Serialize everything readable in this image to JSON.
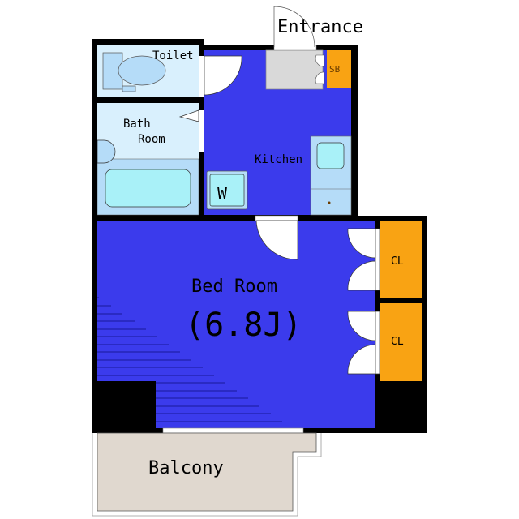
{
  "rooms": {
    "entrance": "Entrance",
    "toilet": "Toilet",
    "bath_line1": "Bath",
    "bath_line2": "Room",
    "kitchen": "Kitchen",
    "washer": "W",
    "shoe_box": "SB",
    "bedroom": "Bed Room",
    "bedroom_size": "(6.8J)",
    "closet_1": "CL",
    "closet_2": "CL",
    "balcony": "Balcony"
  },
  "colors": {
    "wall": "#000000",
    "main_floor": "#3b3bec",
    "wet_area": "#d9f0fd",
    "fixture": "#b5dcf8",
    "fixture_fill": "#a9f1f8",
    "storage": "#f9a313",
    "entrance_floor": "#d9d9d9",
    "balcony": "#e0d8cf"
  }
}
